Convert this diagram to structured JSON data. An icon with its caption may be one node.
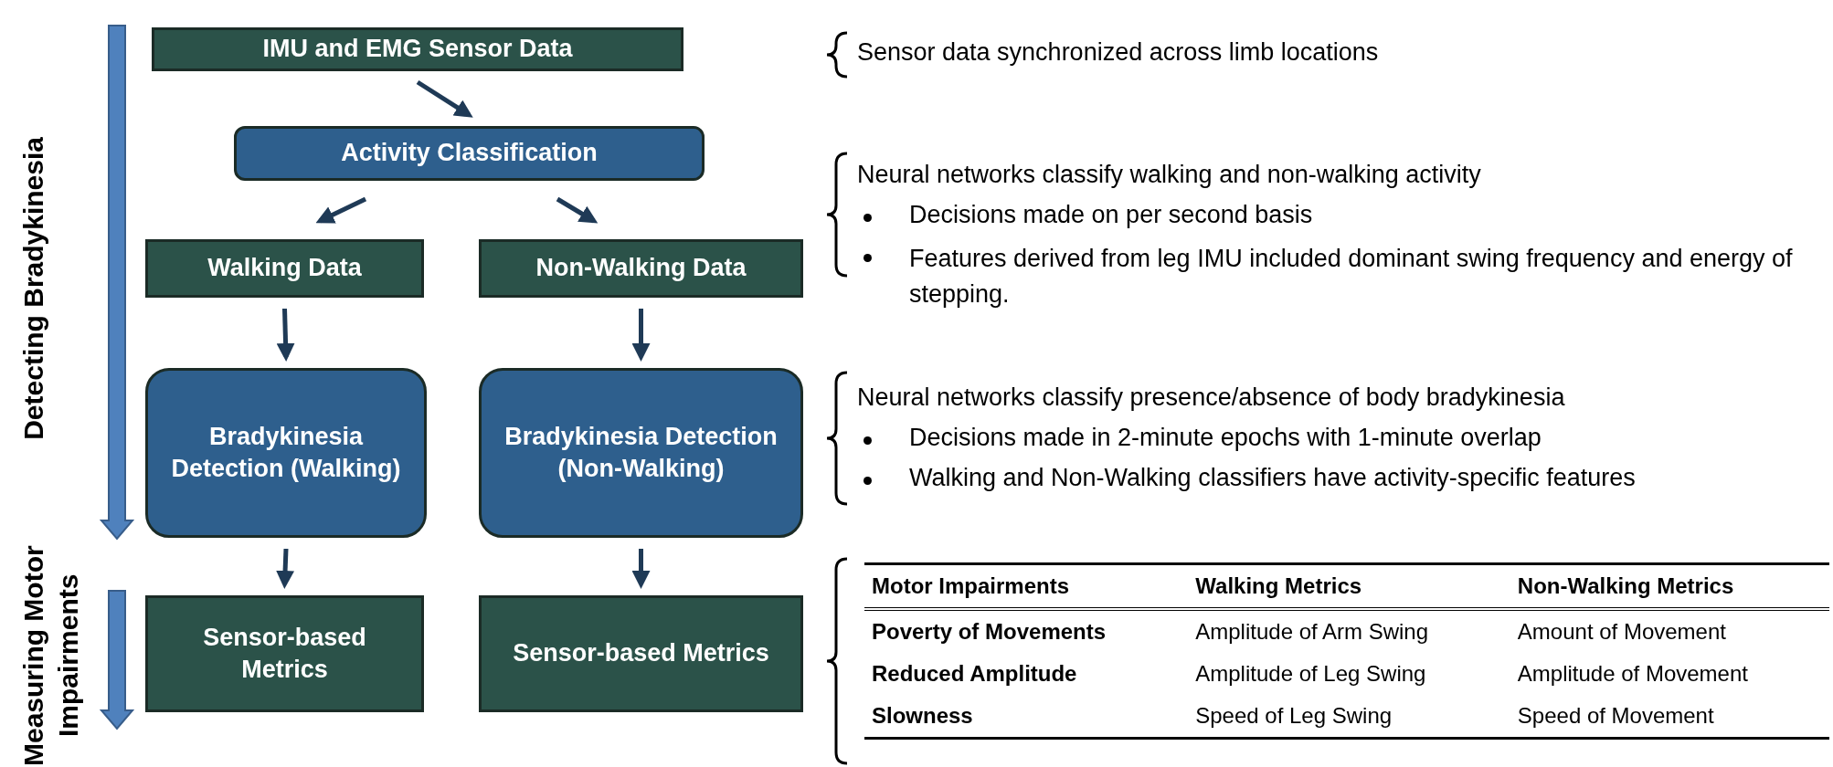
{
  "diagram": {
    "nodes": [
      {
        "text": [
          "IMU and EMG Sensor Data"
        ]
      },
      {
        "text": [
          "Activity Classification"
        ]
      },
      {
        "text": [
          "Walking Data"
        ]
      },
      {
        "text": [
          "Non-Walking Data"
        ]
      },
      {
        "text": [
          "Bradykinesia Detection (Walking)"
        ]
      },
      {
        "text": [
          "Bradykinesia Detection (Non-Walking)"
        ]
      },
      {
        "text": [
          "Sensor-based Metrics"
        ]
      },
      {
        "text": [
          "Sensor-based Metrics"
        ]
      }
    ],
    "edges": [
      {
        "from": 0,
        "to": 1,
        "arrow": "to"
      },
      {
        "from": 1,
        "to": 2,
        "arrow": "to"
      },
      {
        "from": 1,
        "to": 3,
        "arrow": "to"
      },
      {
        "from": 2,
        "to": 4,
        "arrow": "to"
      },
      {
        "from": 3,
        "to": 5,
        "arrow": "to"
      },
      {
        "from": 4,
        "to": 6,
        "arrow": "to"
      },
      {
        "from": 5,
        "to": 7,
        "arrow": "to"
      }
    ],
    "labels": [
      "Detecting Bradykinesia",
      "Measuring Motor Impairments",
      "Sensor data synchronized across limb locations",
      "Neural networks classify walking and non-walking activity",
      "Decisions made on per second basis",
      "Features derived from leg IMU included dominant swing frequency and energy of stepping.",
      "Neural networks classify presence/absence of body bradykinesia",
      "Decisions made in 2-minute epochs with 1-minute overlap",
      "Walking and Non-Walking classifiers have activity-specific features",
      "Motor Impairments",
      "Walking Metrics",
      "Non-Walking Metrics",
      "Poverty of Movements",
      "Amplitude of Arm Swing",
      "Amount of Movement",
      "Reduced Amplitude",
      "Amplitude of Leg Swing",
      "Amplitude of Movement",
      "Slowness",
      "Speed of Leg Swing",
      "Speed of Movement"
    ]
  }
}
